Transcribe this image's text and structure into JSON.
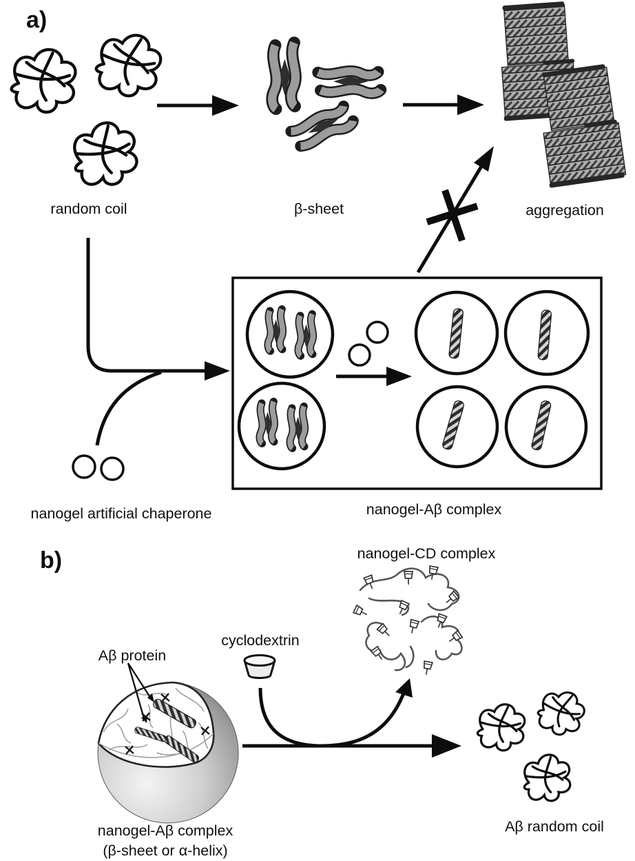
{
  "panel_a": {
    "label": "a)",
    "random_coil_label": "random coil",
    "beta_sheet_label": "β-sheet",
    "aggregation_label": "aggregation",
    "chaperone_label": "nanogel artificial chaperone",
    "complex_label": "nanogel-Aβ complex"
  },
  "panel_b": {
    "label": "b)",
    "ab_protein_label": "Aβ protein",
    "cyclodextrin_label": "cyclodextrin",
    "nanogel_cd_label": "nanogel-CD complex",
    "complex_label_line1": "nanogel-Aβ complex",
    "complex_label_line2": "(β-sheet or α-helix)",
    "ab_random_coil_label": "Aβ random coil"
  },
  "colors": {
    "ink": "#0d0d0d",
    "ribbon_gray": "#9c9c9c",
    "dark_accent": "#2f2f2f",
    "fibril_gray": "#aeaeae",
    "sphere_gray": "#c4c4c4",
    "background": "#ffffff"
  }
}
